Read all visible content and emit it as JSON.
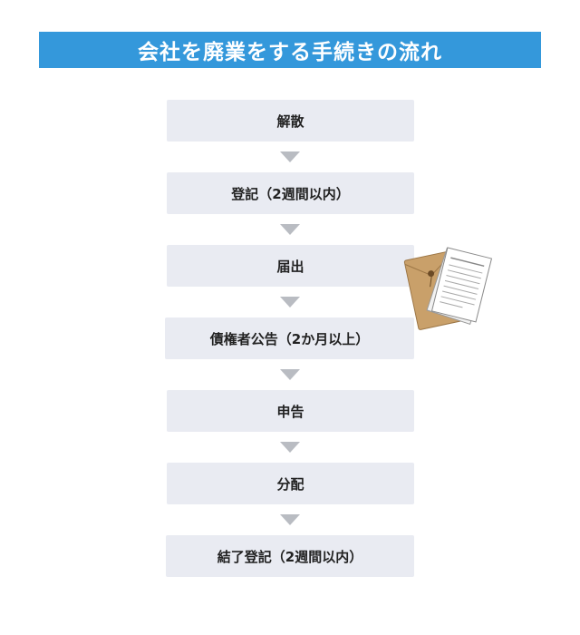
{
  "title": "会社を廃業をする手続きの流れ",
  "steps": [
    {
      "label": "解散"
    },
    {
      "label": "登記（2週間以内）"
    },
    {
      "label": "届出"
    },
    {
      "label": "債権者公告（2か月以上）"
    },
    {
      "label": "申告"
    },
    {
      "label": "分配"
    },
    {
      "label": "結了登記（2週間以内）"
    }
  ],
  "illustration": "envelope-and-documents-icon",
  "colors": {
    "title_background": "#3498db",
    "step_background": "#e9ebf2",
    "arrow": "#b9bcc2"
  }
}
